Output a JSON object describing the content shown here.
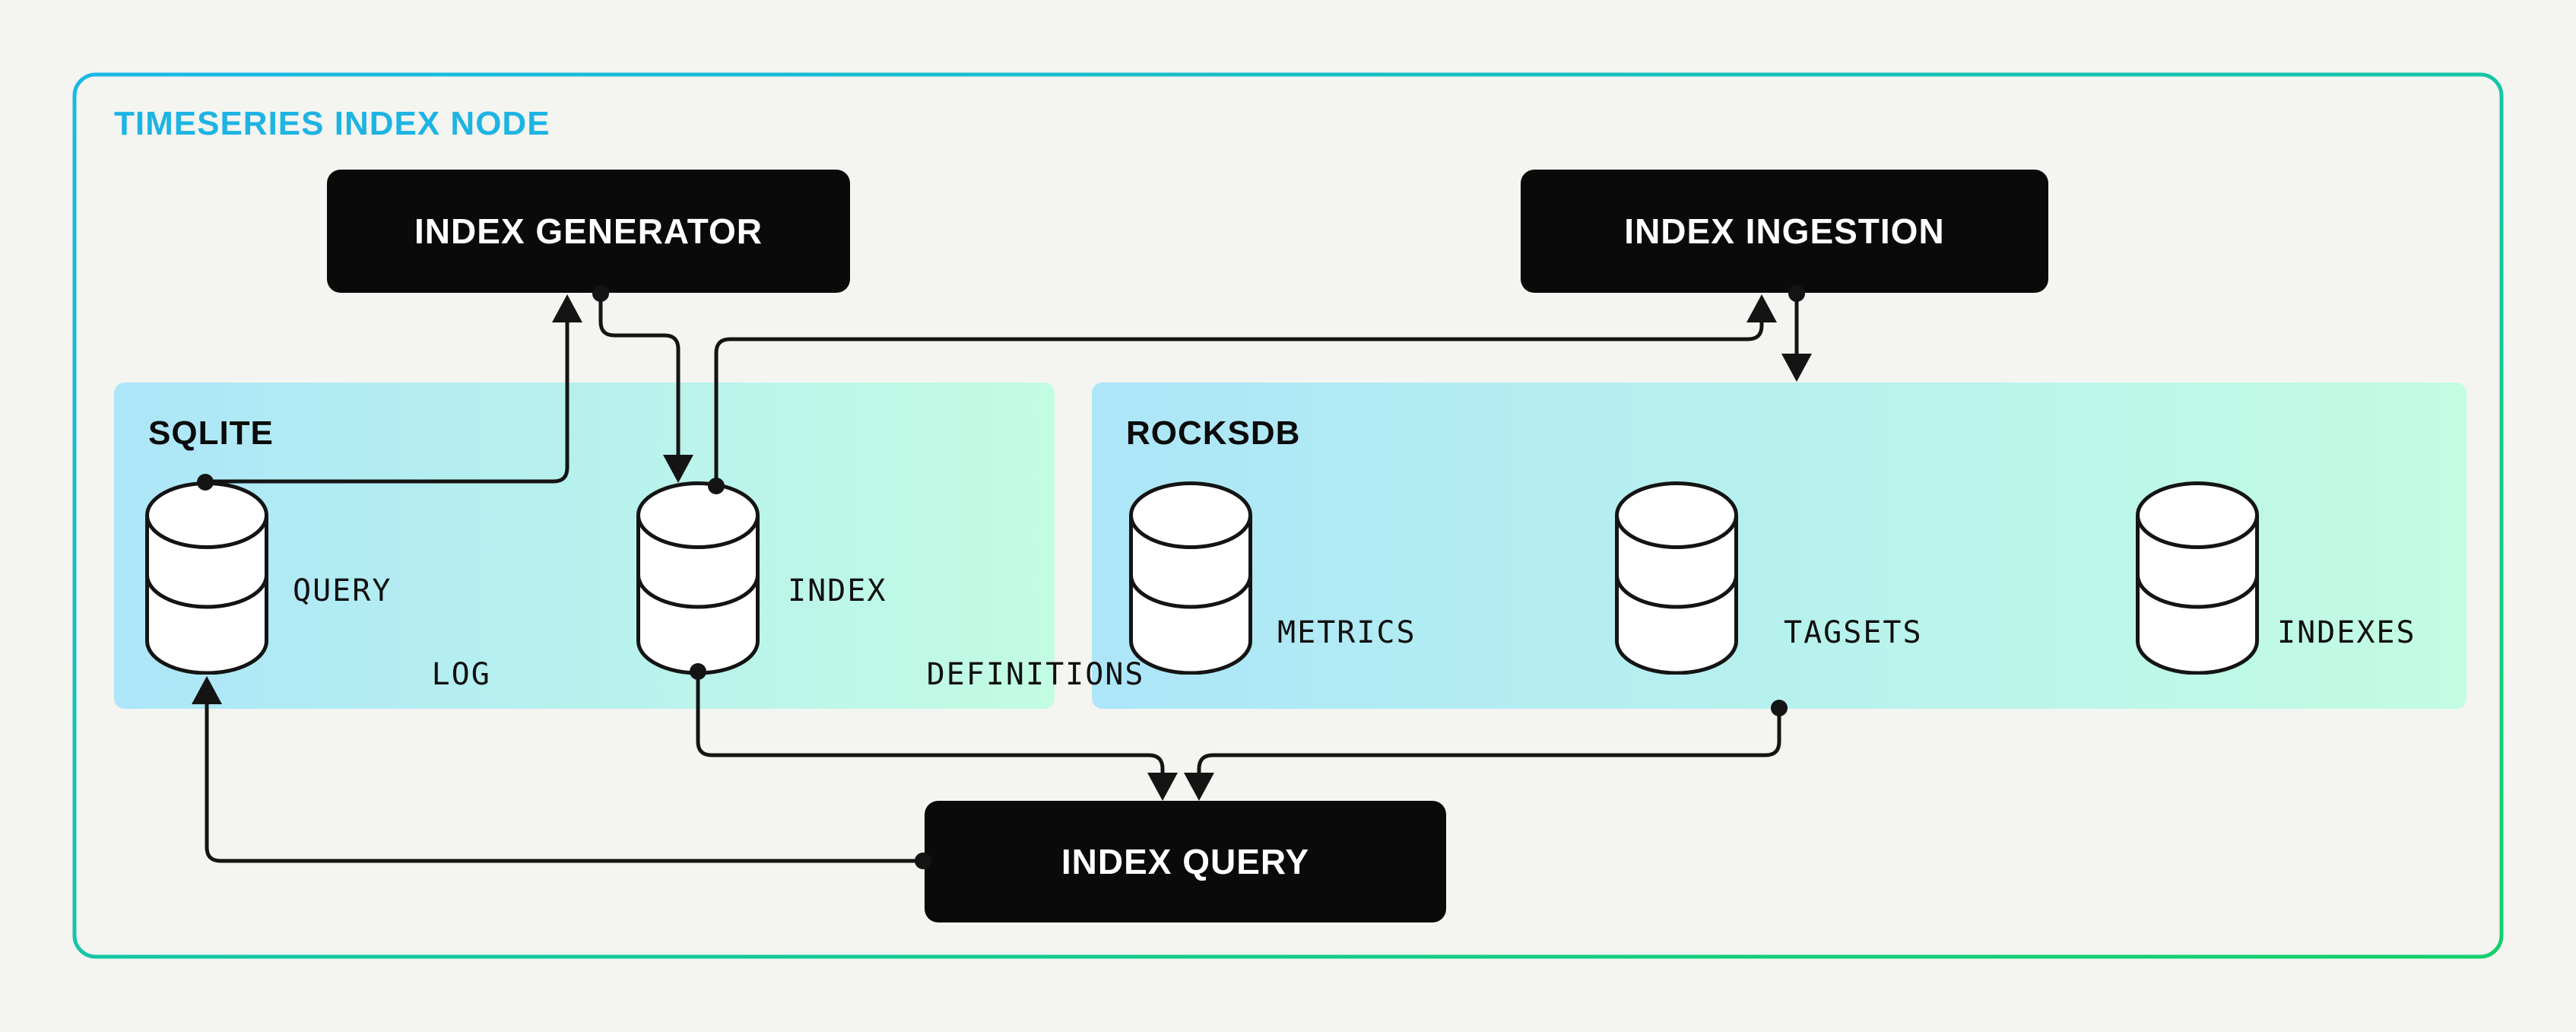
{
  "title": {
    "label": "TIMESERIES INDEX NODE"
  },
  "nodes": {
    "generator": {
      "label": "INDEX GENERATOR"
    },
    "ingestion": {
      "label": "INDEX INGESTION"
    },
    "query": {
      "label": "INDEX QUERY"
    }
  },
  "panels": [
    {
      "label": "SQLITE",
      "stores": [
        {
          "name": "query-log",
          "label_lines": [
            "QUERY",
            "LOG"
          ]
        },
        {
          "name": "index-definitions",
          "label_lines": [
            "INDEX",
            "DEFINITIONS"
          ]
        }
      ]
    },
    {
      "label": "ROCKSDB",
      "stores": [
        {
          "name": "metrics",
          "label_lines": [
            "METRICS"
          ]
        },
        {
          "name": "tagsets",
          "label_lines": [
            "TAGSETS"
          ]
        },
        {
          "name": "indexes",
          "label_lines": [
            "INDEXES"
          ]
        }
      ]
    }
  ],
  "connections": [
    {
      "from": "query-log",
      "to": "index-generator"
    },
    {
      "from": "index-generator",
      "to": "index-definitions"
    },
    {
      "from": "index-definitions",
      "to": "index-ingestion"
    },
    {
      "from": "index-ingestion",
      "to": "rocksdb-panel"
    },
    {
      "from": "index-definitions",
      "to": "index-query"
    },
    {
      "from": "rocksdb-panel",
      "to": "index-query"
    },
    {
      "from": "index-query",
      "to": "query-log"
    }
  ],
  "colors": {
    "canvas_bg": "#f4f4f1",
    "frame_gradient_start": "#19b9e7",
    "frame_gradient_end": "#12d169",
    "title": "#1db4e3",
    "panel_gradient_start": "#ace6f8",
    "panel_gradient_end": "#c2fce3",
    "node_bg": "#0a0a0a",
    "node_text": "#ffffff",
    "line": "#141414"
  }
}
